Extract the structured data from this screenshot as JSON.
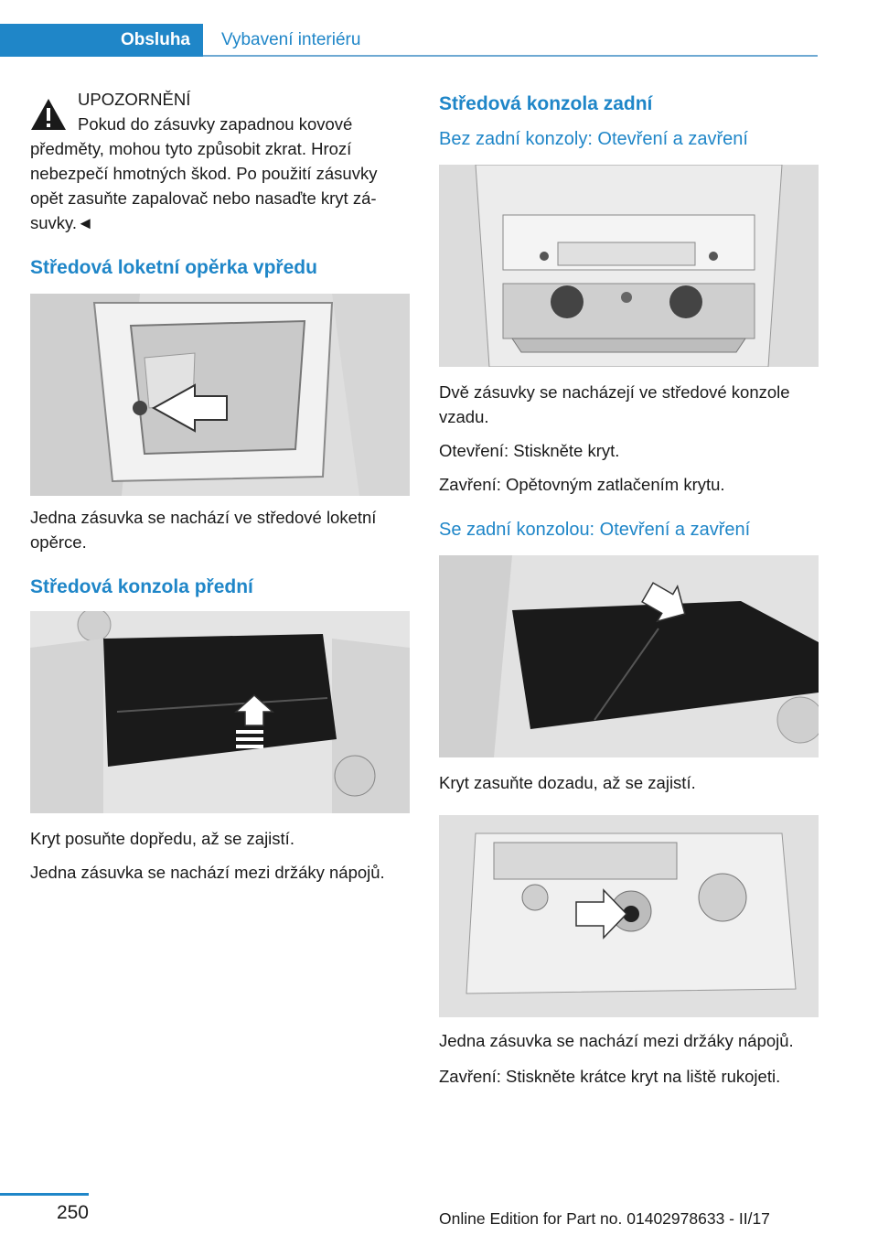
{
  "header": {
    "tab_active": "Obsluha",
    "tab_inactive": "Vybavení interiéru",
    "accent_color": "#1f86c8"
  },
  "left": {
    "warning": {
      "icon": "warning-triangle-icon",
      "title": "UPOZORNĚNÍ",
      "text": "Pokud do zásuvky zapadnou kovové předměty, mohou tyto způsobit zkrat. Hrozí nebezpečí hmotných škod. Po použití zásuvky opět zasuňte zapalovač nebo nasaďte kryt zá‐suvky.◄"
    },
    "section1": {
      "heading": "Středová loketní opěrka vpředu",
      "caption": "Jedna zásuvka se nachází ve středové loketní opěrce."
    },
    "section2": {
      "heading": "Středová konzola přední",
      "caption1": "Kryt posuňte dopředu, až se zajistí.",
      "caption2": "Jedna zásuvka se nachází mezi držáky nápojů."
    }
  },
  "right": {
    "heading": "Středová konzola zadní",
    "sub1": {
      "heading": "Bez zadní konzoly: Otevření a zavření",
      "p1": "Dvě zásuvky se nacházejí ve středové konzole vzadu.",
      "p2": "Otevření: Stiskněte kryt.",
      "p3": "Zavření: Opětovným zatlačením krytu."
    },
    "sub2": {
      "heading": "Se zadní konzolou: Otevření a zavření",
      "p1": "Kryt zasuňte dozadu, až se zajistí.",
      "p2": "Jedna zásuvka se nachází mezi držáky nápojů.",
      "p3": "Zavření: Stiskněte krátce kryt na liště rukojeti."
    }
  },
  "footer": {
    "page_number": "250",
    "edition": "Online Edition for Part no. 01402978633 - II/17"
  }
}
